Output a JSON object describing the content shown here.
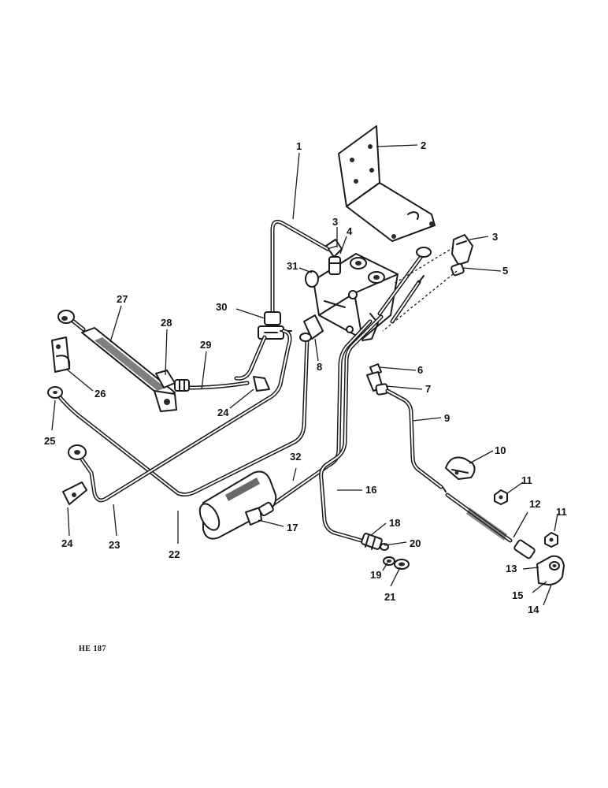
{
  "diagram": {
    "drawing_code": "HE 187",
    "callouts": {
      "c1": "1",
      "c2": "2",
      "c3a": "3",
      "c3b": "3",
      "c4": "4",
      "c5": "5",
      "c6": "6",
      "c7": "7",
      "c8": "8",
      "c9": "9",
      "c10": "10",
      "c11a": "11",
      "c11b": "11",
      "c12": "12",
      "c13": "13",
      "c14": "14",
      "c15": "15",
      "c16": "16",
      "c17": "17",
      "c18": "18",
      "c19": "19",
      "c20": "20",
      "c21": "21",
      "c22": "22",
      "c23": "23",
      "c24a": "24",
      "c24b": "24",
      "c25": "25",
      "c26": "26",
      "c27": "27",
      "c28": "28",
      "c29": "29",
      "c30": "30",
      "c31": "31",
      "c32": "32"
    }
  }
}
